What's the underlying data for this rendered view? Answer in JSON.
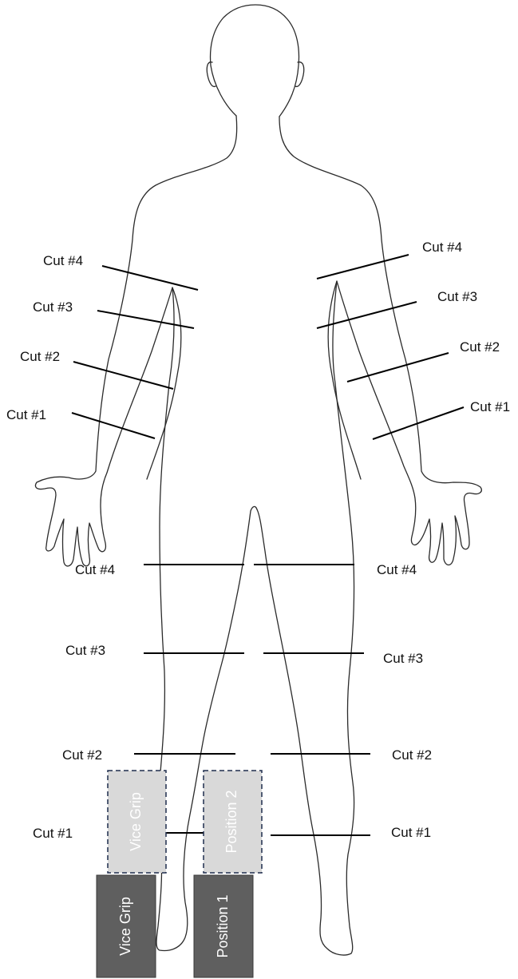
{
  "arm_cuts": {
    "right_arm": [
      "Cut #4",
      "Cut #3",
      "Cut #2",
      "Cut #1"
    ],
    "left_arm": [
      "Cut #4",
      "Cut #3",
      "Cut #2",
      "Cut #1"
    ]
  },
  "leg_cuts": {
    "right_leg": [
      "Cut #4",
      "Cut #3",
      "Cut #2",
      "Cut #1"
    ],
    "left_leg": [
      "Cut #4",
      "Cut #3",
      "Cut #2",
      "Cut #1"
    ]
  },
  "vice_grips": {
    "position_2": {
      "grip_label": "Vice Grip",
      "position_label": "Position 2"
    },
    "position_1": {
      "grip_label": "Vice Grip",
      "position_label": "Position 1"
    }
  },
  "colors": {
    "position_2_fill": "#d9d9d9",
    "position_2_border": "#1f2d4d",
    "position_1_fill": "#5f5f5f",
    "position_1_border": "#3a3a3a",
    "cut_line": "#000000",
    "outline": "#2b2b2b"
  }
}
